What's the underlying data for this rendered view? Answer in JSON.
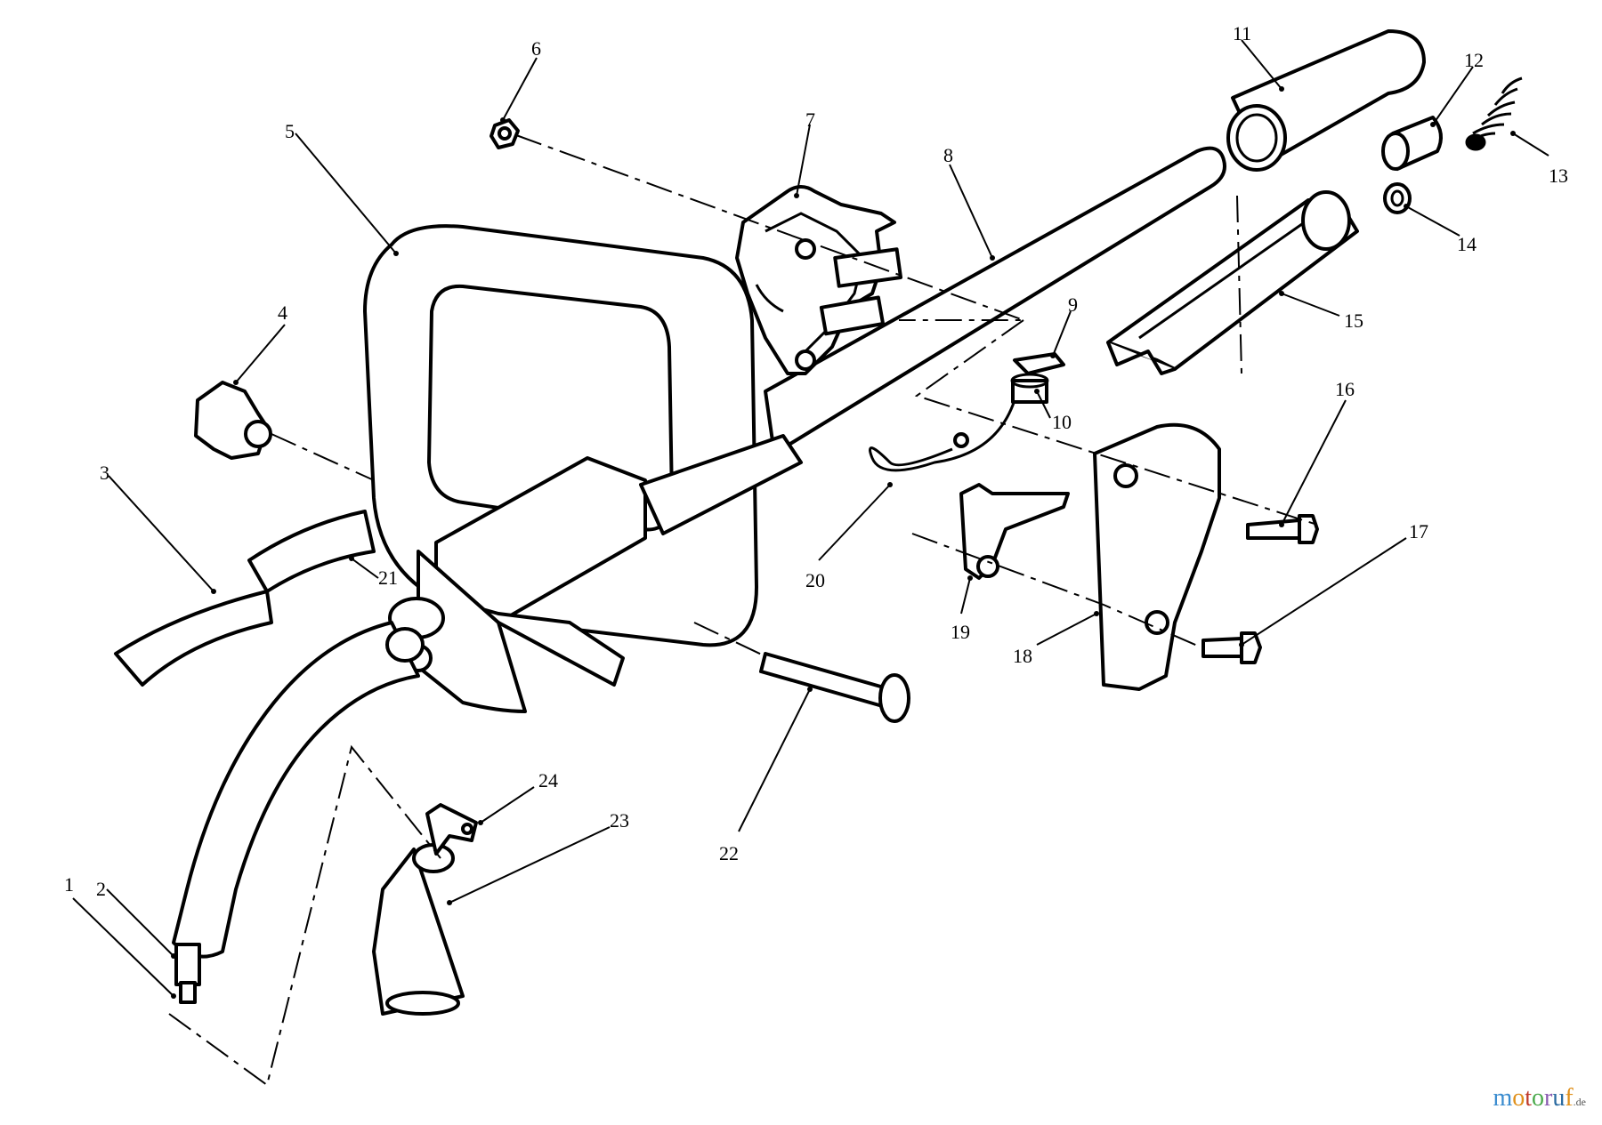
{
  "diagram": {
    "callouts": [
      "1",
      "2",
      "3",
      "4",
      "5",
      "6",
      "7",
      "8",
      "9",
      "10",
      "11",
      "12",
      "13",
      "14",
      "15",
      "16",
      "17",
      "18",
      "19",
      "20",
      "21",
      "22",
      "23",
      "24"
    ]
  },
  "watermark": {
    "letters": [
      "m",
      "o",
      "t",
      "o",
      "r",
      "u",
      "f"
    ],
    "suffix": ".de"
  }
}
